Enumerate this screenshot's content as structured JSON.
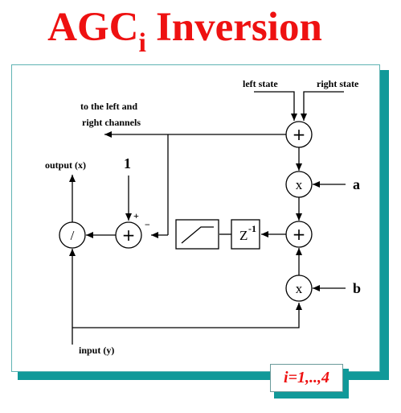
{
  "title": {
    "main": "AGC",
    "subscript": "i",
    "rest": "Inversion"
  },
  "labels": {
    "left_state": "left state",
    "right_state": "right state",
    "to_channels_1": "to the left and",
    "to_channels_2": "right channels",
    "output": "output (x)",
    "one": "1",
    "plus_sign": "+",
    "minus_sign": "−",
    "a": "a",
    "b": "b",
    "input": "input (y)",
    "delay_base": "Z",
    "delay_exp": "-1"
  },
  "ops": {
    "add": "+",
    "mul": "x",
    "div": "/"
  },
  "note": "i=1,..,4",
  "colors": {
    "title": "#ee1111",
    "shadow": "#119999",
    "note": "#ee1111"
  }
}
